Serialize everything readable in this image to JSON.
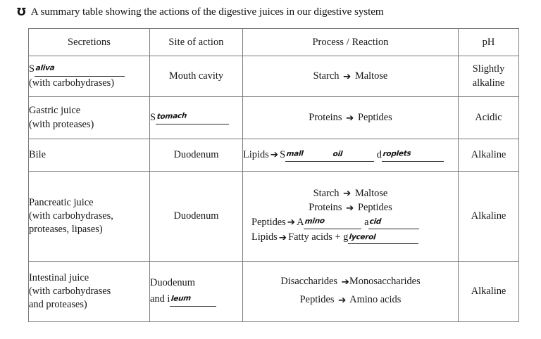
{
  "title": {
    "bullet": "Ʊ",
    "bullet_icon_name": "wingding-bullet-icon",
    "text": "A summary table showing the actions of the digestive juices in our digestive system"
  },
  "table": {
    "headers": [
      "Secretions",
      "Site of action",
      "Process / Reaction",
      "pH"
    ],
    "arrow": "➔",
    "rows": [
      {
        "secretion_printed": "S",
        "secretion_handwritten": "aliva",
        "secretion_note": "(with carbohydrases)",
        "site_printed": "Mouth cavity",
        "site_handwritten": "",
        "process": [
          {
            "left": "Starch",
            "right": "Maltose"
          }
        ],
        "ph": "Slightly alkaline"
      },
      {
        "secretion_printed": "Gastric juice",
        "secretion_handwritten": "",
        "secretion_note": "(with proteases)",
        "site_printed": "S",
        "site_handwritten": "tomach",
        "process": [
          {
            "left": "Proteins",
            "right": "Peptides"
          }
        ],
        "ph": "Acidic"
      },
      {
        "secretion_printed": "Bile",
        "secretion_handwritten": "",
        "secretion_note": "",
        "site_printed": "Duodenum",
        "site_handwritten": "",
        "process": [
          {
            "left": "Lipids",
            "right_printed_1": "S",
            "right_hand_1": "mall",
            "right_hand_2": "oil",
            "right_printed_2": "d",
            "right_hand_3": "roplets"
          }
        ],
        "ph": "Alkaline"
      },
      {
        "secretion_printed": "Pancreatic juice",
        "secretion_handwritten": "",
        "secretion_note": "(with carbohydrases, proteases, lipases)",
        "secretion_note_line1": "(with carbohydrases,",
        "secretion_note_line2": "proteases, lipases)",
        "site_printed": "Duodenum",
        "site_handwritten": "",
        "process": [
          {
            "left": "Starch",
            "right": "Maltose"
          },
          {
            "left": "Proteins",
            "right": "Peptides"
          },
          {
            "left": "Peptides",
            "right_printed_1": "A",
            "right_hand_1": "mino",
            "right_printed_2": "a",
            "right_hand_2": "cid"
          },
          {
            "left": "Lipids",
            "right_printed_1": "Fatty acids + g",
            "right_hand_1": "lycerol"
          }
        ],
        "ph": "Alkaline"
      },
      {
        "secretion_printed": "Intestinal juice",
        "secretion_handwritten": "",
        "secretion_note_line1": "(with carbohydrases",
        "secretion_note_line2": "and proteases)",
        "site_printed": "Duodenum",
        "site_printed_2": "and i",
        "site_handwritten": "leum",
        "process": [
          {
            "left": "Disaccharides",
            "right": "Monosaccharides",
            "tight": true
          },
          {
            "left": "Peptides",
            "right": "Amino acids"
          }
        ],
        "ph": "Alkaline"
      }
    ]
  }
}
